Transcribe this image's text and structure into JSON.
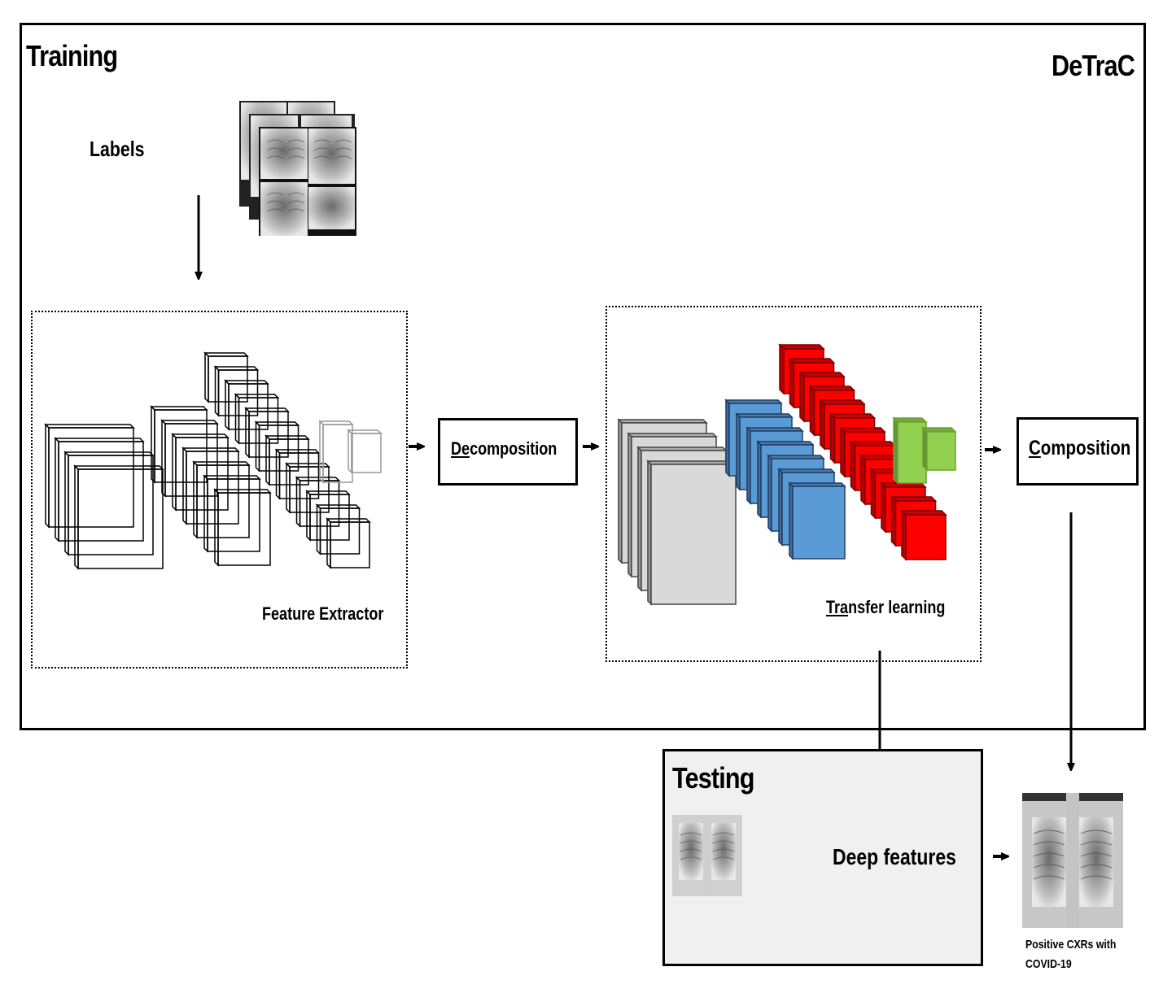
{
  "diagram": {
    "method_name": "DeTraC",
    "training": {
      "title": "Training",
      "labels_text": "Labels",
      "input_images": {
        "description": "stack of chest X-ray images",
        "count_visible": 6
      },
      "feature_extractor": {
        "label": "Feature Extractor",
        "style": "wireframe"
      },
      "decomposition": {
        "underlined": "De",
        "rest": "composition"
      },
      "transfer_learning": {
        "underlined": "Tra",
        "rest": "nsfer learning"
      },
      "composition": {
        "underlined": "C",
        "rest": "omposition"
      }
    },
    "testing": {
      "title": "Testing",
      "input_image": "chest X-ray",
      "deep_features_label": "Deep features"
    },
    "output": {
      "caption_line1": "Positive CXRs with",
      "caption_line2": "COVID-19"
    },
    "colors": {
      "conv_gray": "#d9d9d9",
      "conv_blue": "#5b9bd5",
      "conv_red": "#ff0000",
      "fc_green": "#92d050",
      "testing_bg": "#f0f0f0"
    }
  }
}
